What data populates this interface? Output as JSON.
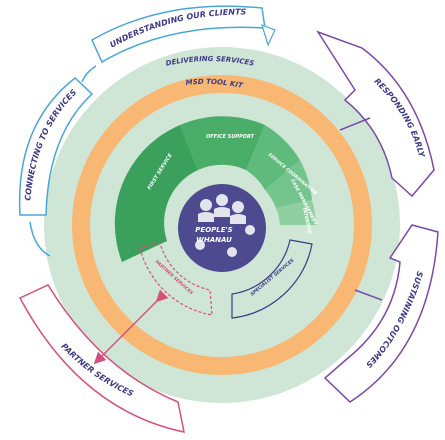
{
  "outer_labels": {
    "understanding": "UNDERSTANDING OUR CLIENTS",
    "connecting": "CONNECTING TO SERVICES",
    "responding": "RESPONDING EARLY",
    "sustaining": "SUSTAINING OUTCOMES",
    "partner": "PARTNER SERVICES"
  },
  "ring_labels": {
    "delivering": "DELIVERING SERVICES",
    "toolkit": "MSD TOOL KIT"
  },
  "segments": {
    "first_service": "FIRST SERVICE",
    "office_support": "OFFICE SUPPORT",
    "service_coordination": "SERVICE COORDINATION",
    "case_management": "CASE MANAGEMENT",
    "intensive": "INTENSIVE",
    "partner_inner": "PARTNER SERVICES",
    "specialist": "SPECIALIST SERVICES"
  },
  "center": {
    "line1": "PEOPLE'S",
    "line2": "WHANAU"
  },
  "colors": {
    "outer_ring": "#cfe6d6",
    "orange_ring": "#f8b772",
    "inner_ring": "#cfe6d6",
    "green_dark": "#3aa05c",
    "green_mid": "#49ad68",
    "green_light": "#5fbb7b",
    "center": "#4e4a8f",
    "blue_line": "#4aa6d8",
    "purple_line": "#7a4aa6",
    "pink_line": "#d4507a",
    "navy_text": "#3d3a86"
  }
}
